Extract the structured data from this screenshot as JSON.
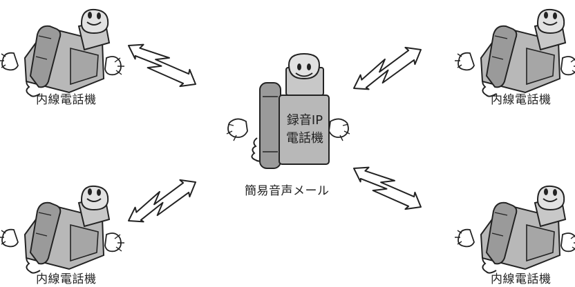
{
  "labels": {
    "phone_top_left": "内線電話機",
    "phone_top_right": "内線電話機",
    "phone_bottom_left": "内線電話機",
    "phone_bottom_right": "内線電話機",
    "center_line1": "録音IP",
    "center_line2": "電話機",
    "center_caption": "簡易音声メール"
  },
  "colors": {
    "phone_body": "#b8b8b8",
    "phone_dark": "#8e8e8e",
    "outline": "#222222",
    "face": "#d9d9d9"
  }
}
